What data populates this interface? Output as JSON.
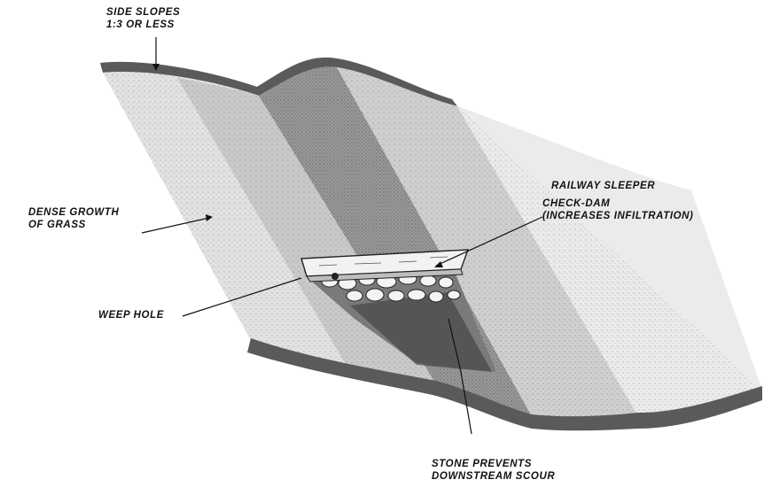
{
  "labels": {
    "side_slopes": [
      "SIDE SLOPES",
      "1:3 OR LESS"
    ],
    "railway_sleeper": [
      "RAILWAY SLEEPER",
      "CHECK-DAM",
      "(INCREASES INFILTRATION)"
    ],
    "dense_growth": [
      "DENSE GROWTH",
      "OF GRASS"
    ],
    "weep_hole": [
      "WEEP HOLE"
    ],
    "stone_prevents": [
      "STONE PREVENTS",
      "DOWNSTREAM SCOUR"
    ]
  },
  "colors": {
    "ink": "#111111",
    "grass_light": "#e7e7e7",
    "grass_mid": "#cdcdcd",
    "channel_dark": "#8f8f8f",
    "soil": "#5a5a5a",
    "sleeper": "#efefef"
  }
}
